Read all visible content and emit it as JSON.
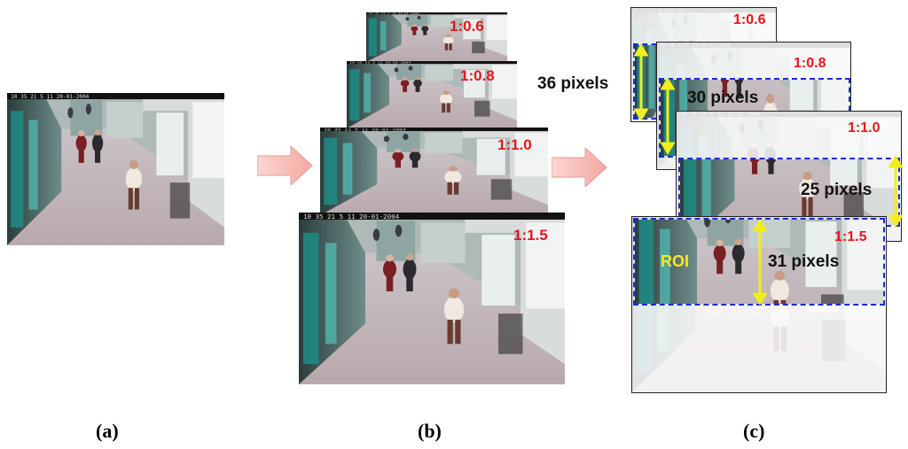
{
  "panels": {
    "a": "(a)",
    "b": "(b)",
    "c": "(c)"
  },
  "pyramid": {
    "ratios": [
      "1:0.6",
      "1:0.8",
      "1:1.0",
      "1:1.5"
    ]
  },
  "roi_stack": {
    "ratios": [
      "1:0.6",
      "1:0.8",
      "1:1.0",
      "1:1.5"
    ],
    "heights": [
      "36 pixels",
      "30 pixels",
      "25 pixels",
      "31 pixels"
    ],
    "roi_label": "ROI"
  },
  "colors": {
    "ratio_text": "#e8141c",
    "roi_border": "#1a2bd0",
    "height_arrow": "#f2ee1c",
    "flow_arrow": "#f6b6b0"
  }
}
